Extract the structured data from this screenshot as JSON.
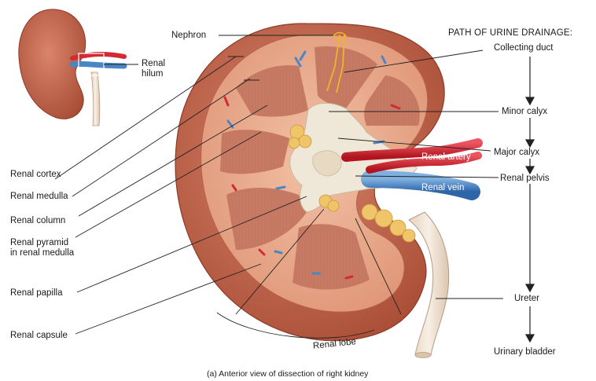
{
  "labels": {
    "nephron": "Nephron",
    "renal_hilum_line1": "Renal",
    "renal_hilum_line2": "hilum",
    "renal_cortex": "Renal cortex",
    "renal_medulla": "Renal medulla",
    "renal_column": "Renal column",
    "renal_pyramid_line1": "Renal pyramid",
    "renal_pyramid_line2": "in renal medulla",
    "renal_papilla": "Renal papilla",
    "renal_capsule": "Renal capsule",
    "renal_lobe": "Renal lobe",
    "renal_artery": "Renal artery",
    "renal_vein": "Renal vein"
  },
  "pathway": {
    "title": "PATH OF URINE DRAINAGE:",
    "steps": [
      "Collecting duct",
      "Minor calyx",
      "Major calyx",
      "Renal pelvis",
      "Ureter",
      "Urinary bladder"
    ]
  },
  "caption": "(a) Anterior view of dissection of right kidney",
  "colors": {
    "kidney_outer": "#c0624a",
    "cortex": "#e7a889",
    "pyramid": "#c77a63",
    "calyx": "#efe7d8",
    "artery": "#d42a34",
    "vein": "#4a86c4",
    "fat": "#f0c468",
    "ureter": "#efe2d2"
  }
}
